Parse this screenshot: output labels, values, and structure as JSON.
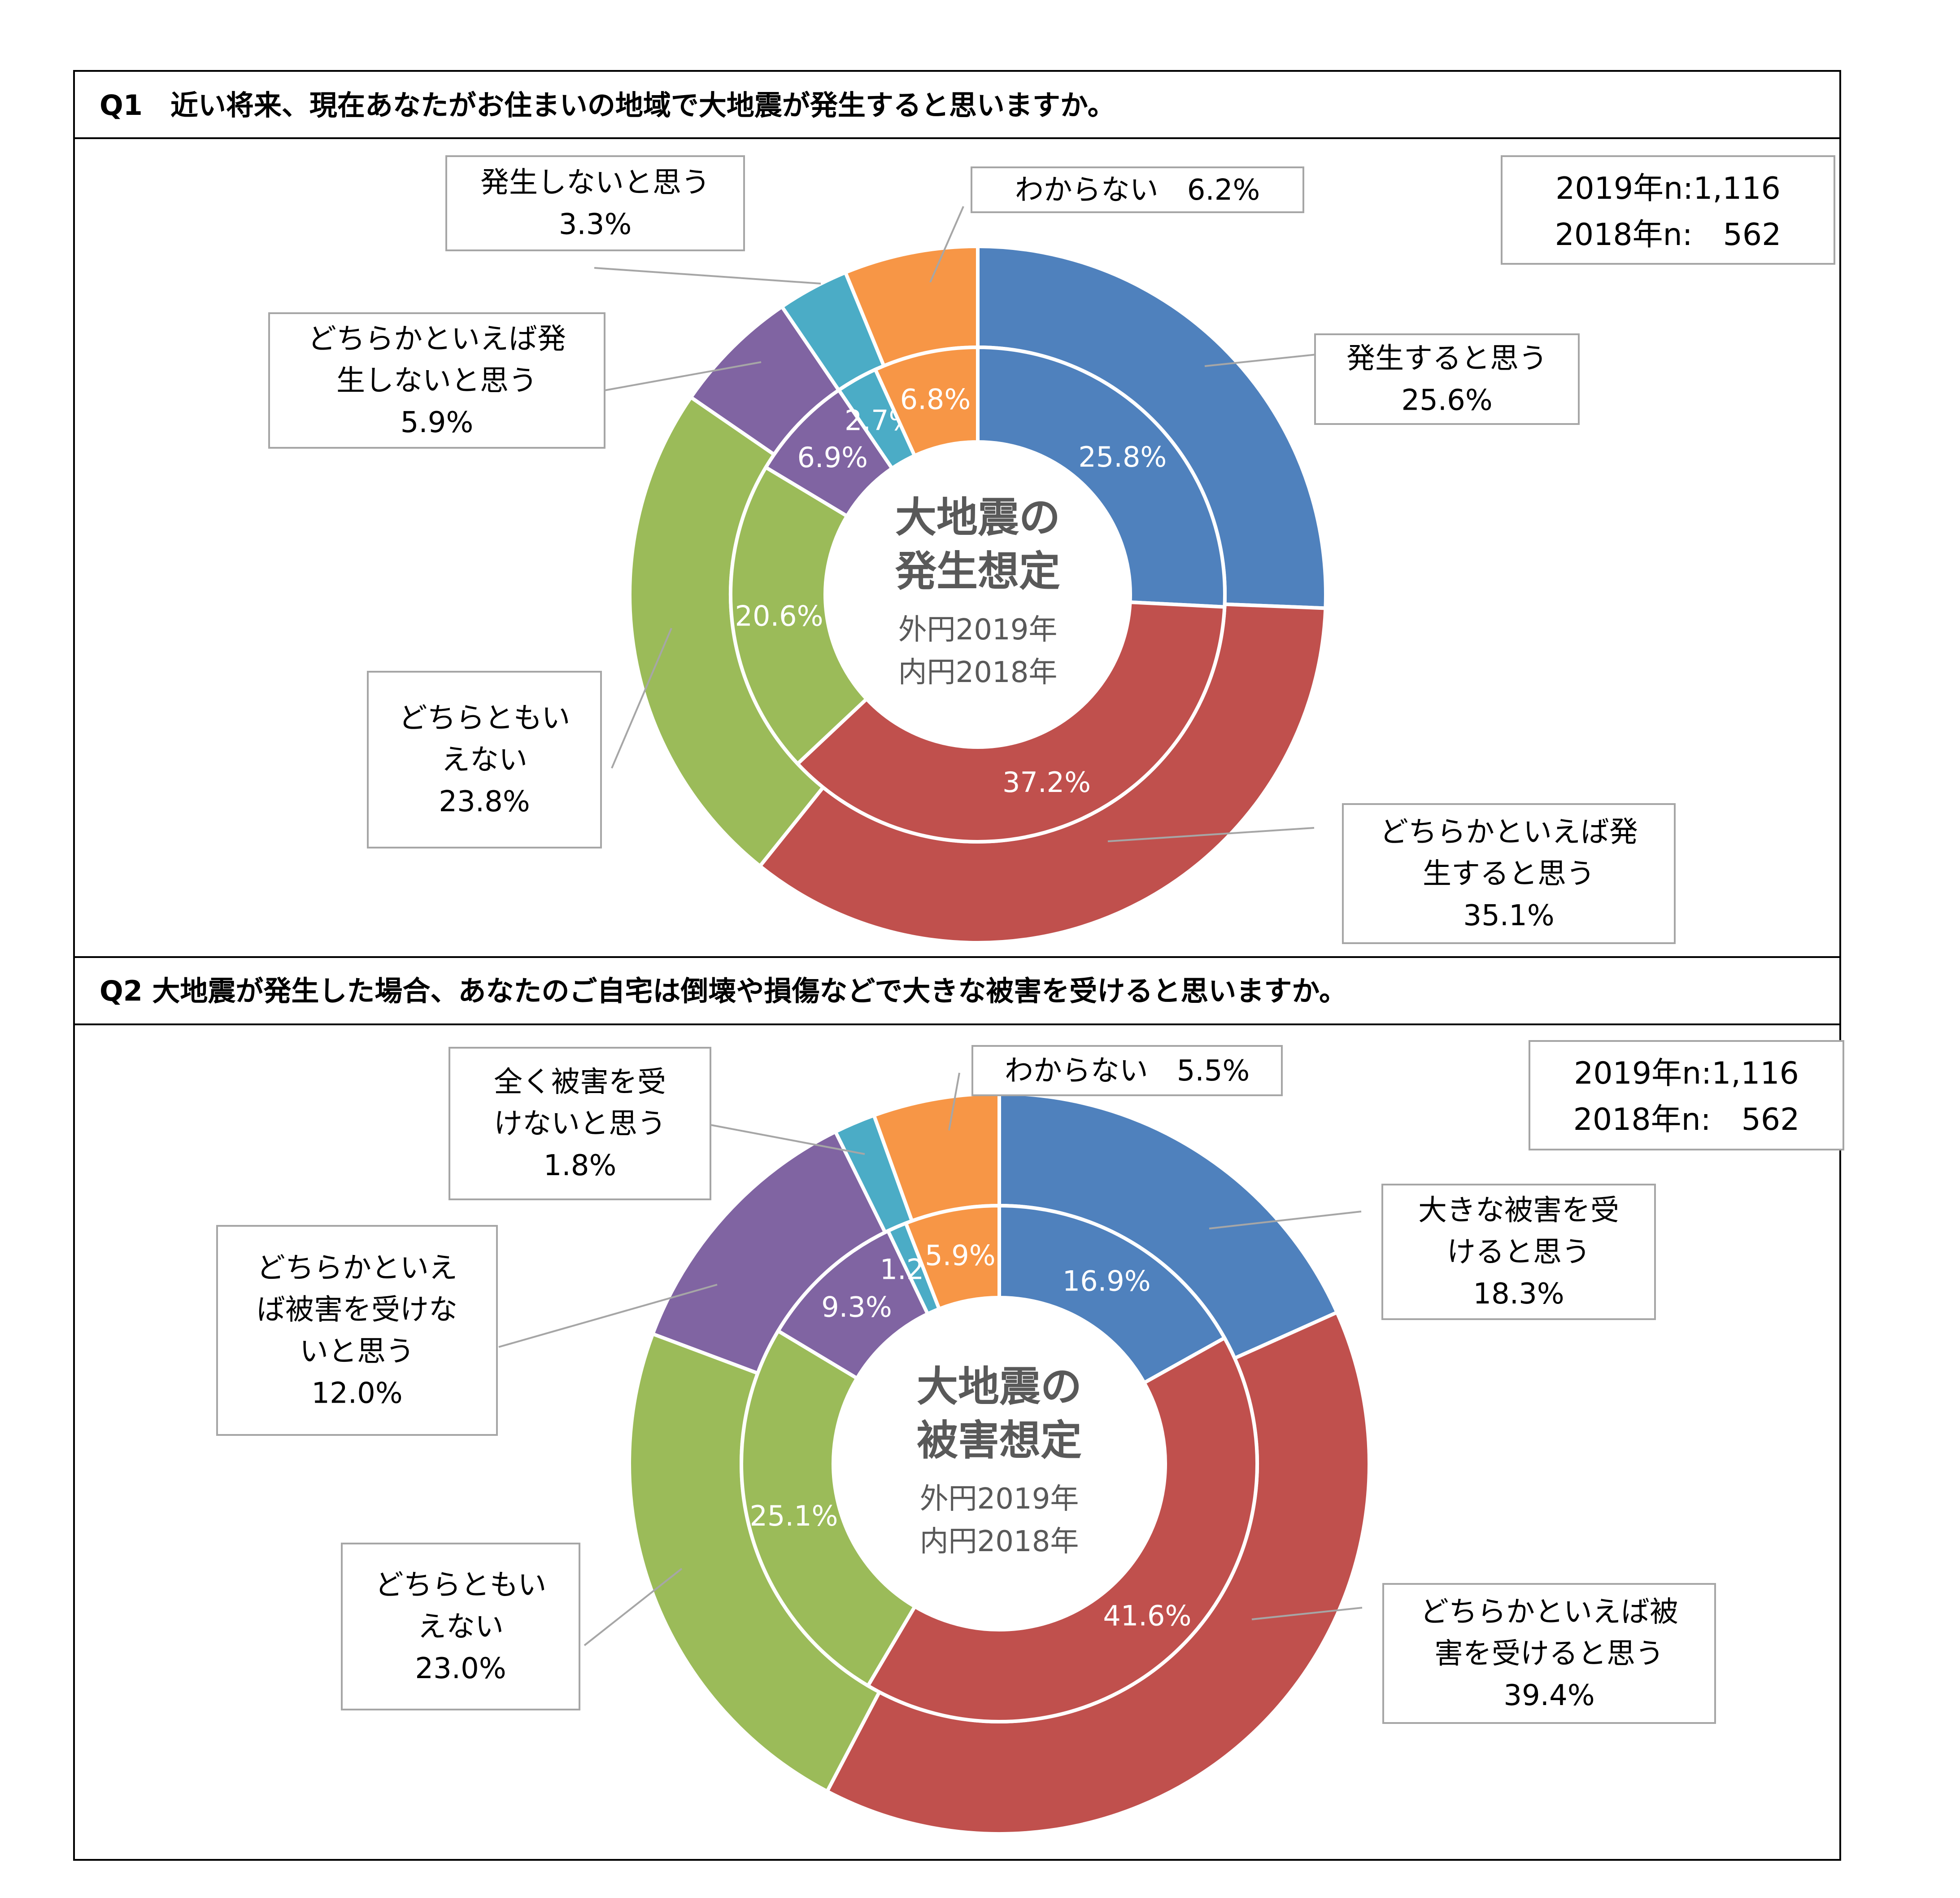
{
  "colors": {
    "blue": "#4F81BD",
    "red": "#C0504D",
    "green": "#9BBB59",
    "purple": "#8064A2",
    "teal": "#4BACC6",
    "orange": "#F79646",
    "center_text": "#595959",
    "leader": "#A6A6A6",
    "label_border": "#A6A6A6"
  },
  "chart_data": [
    {
      "type": "donut",
      "question": "Q1　近い将来、現在あなたがお住まいの地域で大地震が発生すると思いますか。",
      "center_title": [
        "大地震の",
        "発生想定"
      ],
      "center_sub": [
        "外円2019年",
        "内円2018年"
      ],
      "n_box": [
        "2019年n:1,116",
        "2018年n:　562"
      ],
      "series": [
        {
          "name": "外円2019年",
          "values": [
            25.6,
            35.1,
            23.8,
            5.9,
            3.3,
            6.2
          ]
        },
        {
          "name": "内円2018年",
          "values": [
            25.8,
            37.2,
            20.6,
            6.9,
            2.7,
            6.8
          ]
        }
      ],
      "categories": [
        {
          "key": "blue",
          "label_lines": [
            "発生すると思う",
            "25.6%"
          ],
          "outer": 25.6,
          "inner": 25.8,
          "inner_label": "25.8%"
        },
        {
          "key": "red",
          "label_lines": [
            "どちらかといえば発",
            "生すると思う",
            "35.1%"
          ],
          "outer": 35.1,
          "inner": 37.2,
          "inner_label": "37.2%"
        },
        {
          "key": "green",
          "label_lines": [
            "どちらともい",
            "えない",
            "23.8%"
          ],
          "outer": 23.8,
          "inner": 20.6,
          "inner_label": "20.6%"
        },
        {
          "key": "purple",
          "label_lines": [
            "どちらかといえば発",
            "生しないと思う",
            "5.9%"
          ],
          "outer": 5.9,
          "inner": 6.9,
          "inner_label": "6.9%"
        },
        {
          "key": "teal",
          "label_lines": [
            "発生しないと思う",
            "3.3%"
          ],
          "outer": 3.3,
          "inner": 2.7,
          "inner_label": "2.7%"
        },
        {
          "key": "orange",
          "label_lines": [
            "わからない　6.2%"
          ],
          "outer": 6.2,
          "inner": 6.8,
          "inner_label": "6.8%"
        }
      ]
    },
    {
      "type": "donut",
      "question": "Q2 大地震が発生した場合、あなたのご自宅は倒壊や損傷などで大きな被害を受けると思いますか。",
      "center_title": [
        "大地震の",
        "被害想定"
      ],
      "center_sub": [
        "外円2019年",
        "内円2018年"
      ],
      "n_box": [
        "2019年n:1,116",
        "2018年n:　562"
      ],
      "series": [
        {
          "name": "外円2019年",
          "values": [
            18.3,
            39.4,
            23.0,
            12.0,
            1.8,
            5.5
          ]
        },
        {
          "name": "内円2018年",
          "values": [
            16.9,
            41.6,
            25.1,
            9.3,
            1.2,
            5.9
          ]
        }
      ],
      "categories": [
        {
          "key": "blue",
          "label_lines": [
            "大きな被害を受",
            "けると思う",
            "18.3%"
          ],
          "outer": 18.3,
          "inner": 16.9,
          "inner_label": "16.9%"
        },
        {
          "key": "red",
          "label_lines": [
            "どちらかといえば被",
            "害を受けると思う",
            "39.4%"
          ],
          "outer": 39.4,
          "inner": 41.6,
          "inner_label": "41.6%"
        },
        {
          "key": "green",
          "label_lines": [
            "どちらともい",
            "えない",
            "23.0%"
          ],
          "outer": 23.0,
          "inner": 25.1,
          "inner_label": "25.1%"
        },
        {
          "key": "purple",
          "label_lines": [
            "どちらかといえ",
            "ば被害を受けな",
            "いと思う",
            "12.0%"
          ],
          "outer": 12.0,
          "inner": 9.3,
          "inner_label": "9.3%"
        },
        {
          "key": "teal",
          "label_lines": [
            "全く被害を受",
            "けないと思う",
            "1.8%"
          ],
          "outer": 1.8,
          "inner": 1.2,
          "inner_label": "1.2%"
        },
        {
          "key": "orange",
          "label_lines": [
            "わからない　5.5%"
          ],
          "outer": 5.5,
          "inner": 5.9,
          "inner_label": "5.9%"
        }
      ]
    }
  ]
}
